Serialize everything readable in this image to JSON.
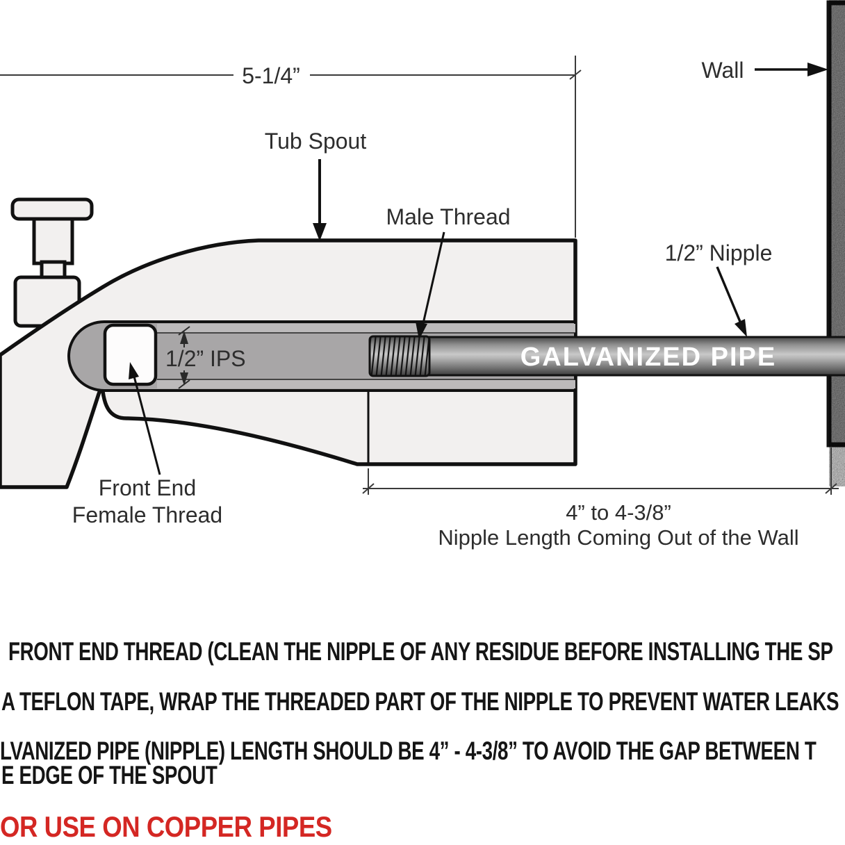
{
  "diagram": {
    "dimension_top": "5-1/4”",
    "labels": {
      "tub_spout": "Tub Spout",
      "male_thread": "Male Thread",
      "wall": "Wall",
      "nipple": "1/2” Nipple",
      "ips": "1/2” IPS",
      "front_end_1": "Front End",
      "front_end_2": "Female Thread",
      "pipe_text": "GALVANIZED PIPE"
    },
    "dimension_bottom": {
      "value": "4” to 4-3/8”",
      "caption": "Nipple Length Coming Out of the Wall"
    },
    "colors": {
      "spout_fill": "#f2f0ef",
      "bore_fill": "#a8a6a7",
      "thread_strip": "#bcbabb",
      "wall_fill": "#a2a2a2",
      "outline": "#111111",
      "dim_line": "#3a3a3a",
      "pipe_label": "#ffffff",
      "warning_red": "#d42723"
    }
  },
  "instructions": {
    "line1": "FRONT END THREAD (CLEAN THE NIPPLE OF ANY RESIDUE BEFORE INSTALLING THE SP",
    "line2": "A TEFLON TAPE, WRAP THE THREADED PART OF THE NIPPLE TO PREVENT WATER LEAKS",
    "line3": "LVANIZED PIPE (NIPPLE) LENGTH SHOULD BE 4” - 4-3/8” TO AVOID THE GAP BETWEEN T",
    "line4": "E EDGE OF THE SPOUT",
    "warning": "OR USE ON COPPER PIPES"
  }
}
